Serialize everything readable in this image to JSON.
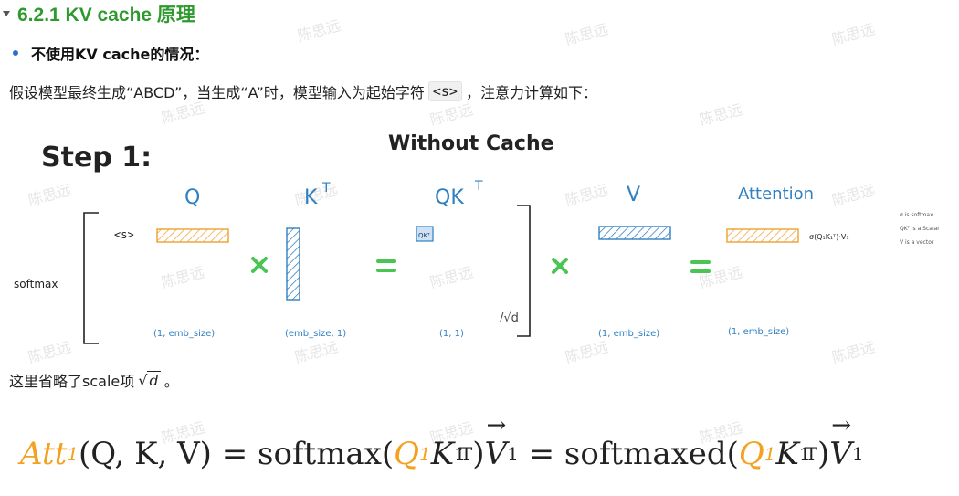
{
  "section": {
    "heading": "6.2.1 KV cache 原理"
  },
  "bullet": {
    "text": "不使用KV cache的情况："
  },
  "para": {
    "before": "假设模型最终生成“ABCD”，当生成“A”时，模型输入为起始字符",
    "code": "<s>",
    "after": "，注意力计算如下："
  },
  "figure": {
    "step": "Step 1:",
    "title": "Without Cache",
    "softmax_label": "softmax",
    "token": "<s>",
    "col_q": "Q",
    "col_kt": "K",
    "col_qkt": "QK",
    "sup_t": "T",
    "col_v": "V",
    "col_att": "Attention",
    "qk_cell": "QKᵀ",
    "sqrt_d": "/√d",
    "shape_q": "(1, emb_size)",
    "shape_kt": "(emb_size, 1)",
    "shape_qkt": "(1, 1)",
    "shape_v": "(1, emb_size)",
    "shape_att": "(1, emb_size)",
    "att_expr": "σ(Q₁K₁ᵀ)·V₁",
    "legend_1": "σ is softmax",
    "legend_2": "QKᵀ is a Scalar",
    "legend_3": "V is a vector",
    "colors": {
      "blue": "#2f7fc1",
      "orange": "#f0a030",
      "green": "#4cc454",
      "ink": "#222222"
    }
  },
  "note": {
    "before": "这里省略了scale项",
    "radical": "√",
    "radicand": "d",
    "after": "。"
  },
  "formula": {
    "att": "Att",
    "sub1": "1",
    "args": "(Q, K, V) = softmax(",
    "q": "Q",
    "k": "K",
    "t": "T",
    "close": ")",
    "v": "V",
    "eq2": " = softmaxed(",
    "close2": ")"
  },
  "watermark": "陈思远"
}
